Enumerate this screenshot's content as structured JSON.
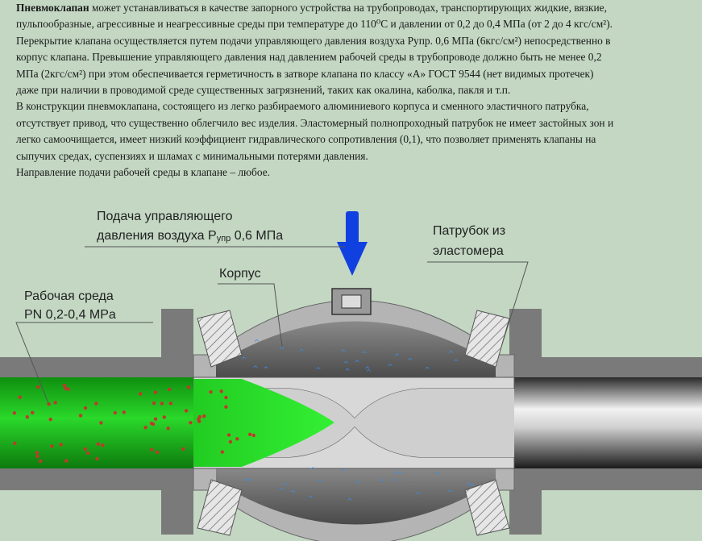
{
  "intro": {
    "term": "Пневмоклапан",
    "line1_rest": " может устанавливаться в качестве запорного устройства на трубопроводах, транспортирующих жидкие, вязкие,",
    "line2": "пульпообразные, агрессивные и неагрессивные среды при температуре до 110⁰С и давлении от 0,2 до 0,4 МПа (от 2 до 4 кгс/см²).",
    "line3": "Перекрытие клапана осуществляется путем подачи управляющего давления воздуха Рупр. 0,6 МПа (6кгс/см²) непосредственно в",
    "line4": "корпус клапана. Превышение управляющего давления над давлением рабочей среды в трубопроводе должно быть не менее 0,2",
    "line5": "МПа (2кгс/см²) при этом обеспечивается герметичность в затворе клапана по классу «А» ГОСТ 9544 (нет видимых протечек)",
    "line6": "даже при наличии в проводимой среде существенных загрязнений, таких как окалина, каболка, пакля и т.п.",
    "line7": "В конструкции пневмоклапана, состоящего из легко разбираемого алюминиевого корпуса и сменного эластичного патрубка,",
    "line8": "отсутствует привод, что существенно облегчило вес изделия. Эластомерный полнопроходный патрубок не имеет застойных зон и",
    "line9": "легко самоочищается, имеет низкий коэффициент гидравлического сопротивления (0,1), что позволяет применять клапаны на",
    "line10": "сыпучих средах, суспензиях и шламах с минимальными потерями давления.",
    "line11": "Направление подачи рабочей среды в клапане – любое."
  },
  "diagram": {
    "label_air_line1": "Подача управляющего",
    "label_air_line2_a": "давления воздуха Р",
    "label_air_sub": "упр",
    "label_air_line2_b": " 0,6 МПа",
    "label_body": "Корпус",
    "label_sleeve_line1": "Патрубок из",
    "label_sleeve_line2": "эластомера",
    "label_medium_line1": "Рабочая среда",
    "label_medium_line2": "PN 0,2-0,4 MPa"
  },
  "colors": {
    "background": "#c3d7c3",
    "pipe_wall": "#7a7a7a",
    "housing": "#b4b4b4",
    "chamber": "#5f5f5f",
    "sleeve": "#d8d8d8",
    "medium_green": "#1ec21e",
    "arrow_blue": "#1040e0",
    "particles": "#c0392b"
  }
}
